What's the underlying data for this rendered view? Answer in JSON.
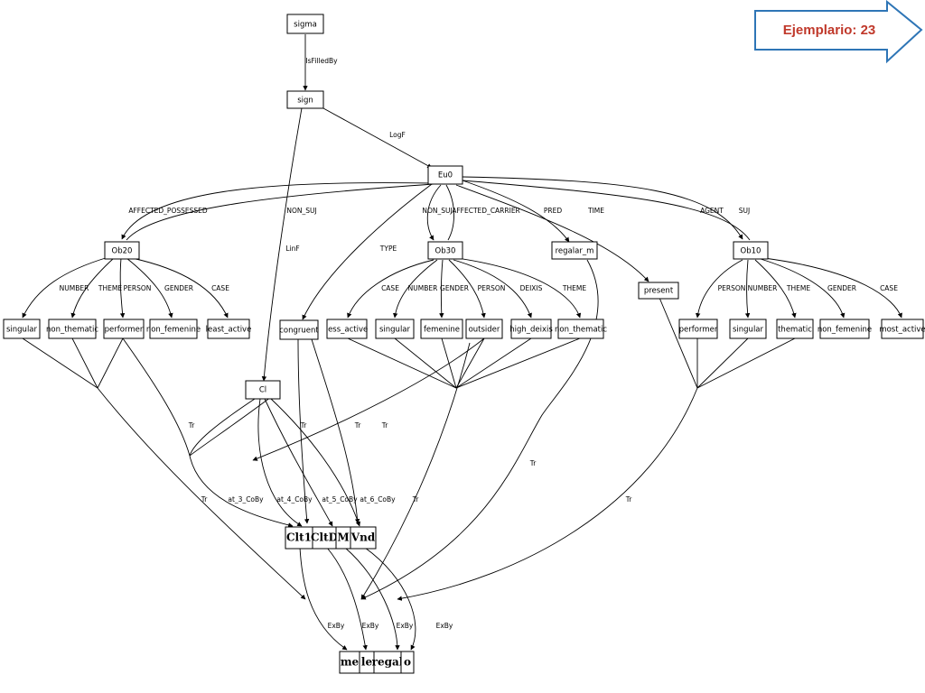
{
  "badge": {
    "label": "Ejemplario: 23",
    "border_color": "#2e75b6",
    "text_color": "#c0392b"
  },
  "nodes": {
    "sigma": "sigma",
    "sign": "sign",
    "eu0": "Eu0",
    "ob20": "Ob20",
    "ob30": "Ob30",
    "regalar_m": "regalar_m",
    "present": "present",
    "ob10": "Ob10",
    "cl": "Cl",
    "ob20_singular": "singular",
    "ob20_non_thematic": "non_thematic",
    "ob20_performer": "performer",
    "ob20_non_femenine": "non_femenine",
    "ob20_least_active": "least_active",
    "congruent": "congruent",
    "less_active": "less_active",
    "ob30_singular": "singular",
    "femenine": "femenine",
    "outsider": "outsider",
    "high_deixis": "high_deixis",
    "ob30_non_thematic": "non_thematic",
    "ob10_performer": "performer",
    "ob10_singular": "singular",
    "thematic": "thematic",
    "ob10_non_femenine": "non_femenine",
    "most_active": "most_active",
    "clt1": "Clt1",
    "cltd": "CltD",
    "m": "M",
    "vnd": "Vnd",
    "me": "me",
    "le": "le",
    "regal": "regal",
    "o": "o"
  },
  "edge_labels": {
    "isfilledby": "IsFilledBy",
    "logf": "LogF",
    "linf": "LinF",
    "affected_possessed": "AFFECTED_POSSESSED",
    "non_suj_1": "NON_SUJ",
    "non_suj_2": "NON_SUJ",
    "affected_carrier": "AFFECTED_CARRIER",
    "pred": "PRED",
    "time": "TIME",
    "agent": "AGENT",
    "suj": "SUJ",
    "type": "TYPE",
    "ob20_number": "NUMBER",
    "ob20_theme": "THEME",
    "ob20_person": "PERSON",
    "ob20_gender": "GENDER",
    "ob20_case": "CASE",
    "ob30_case": "CASE",
    "ob30_number": "NUMBER",
    "ob30_gender": "GENDER",
    "ob30_person": "PERSON",
    "ob30_deixis": "DEIXIS",
    "ob30_theme": "THEME",
    "ob10_person": "PERSON",
    "ob10_number": "NUMBER",
    "ob10_theme": "THEME",
    "ob10_gender": "GENDER",
    "ob10_case": "CASE",
    "tr_1": "Tr",
    "tr_2": "Tr",
    "tr_3": "Tr",
    "tr_4": "Tr",
    "tr_5": "Tr",
    "tr_6": "Tr",
    "tr_7": "Tr",
    "tr_8": "Tr",
    "at_3": "at_3_CoBy",
    "at_4": "at_4_CoBy",
    "at_5": "at_5_CoBy",
    "at_6": "at_6_CoBy",
    "exby_1": "ExBy",
    "exby_2": "ExBy",
    "exby_3": "ExBy",
    "exby_4": "ExBy"
  }
}
